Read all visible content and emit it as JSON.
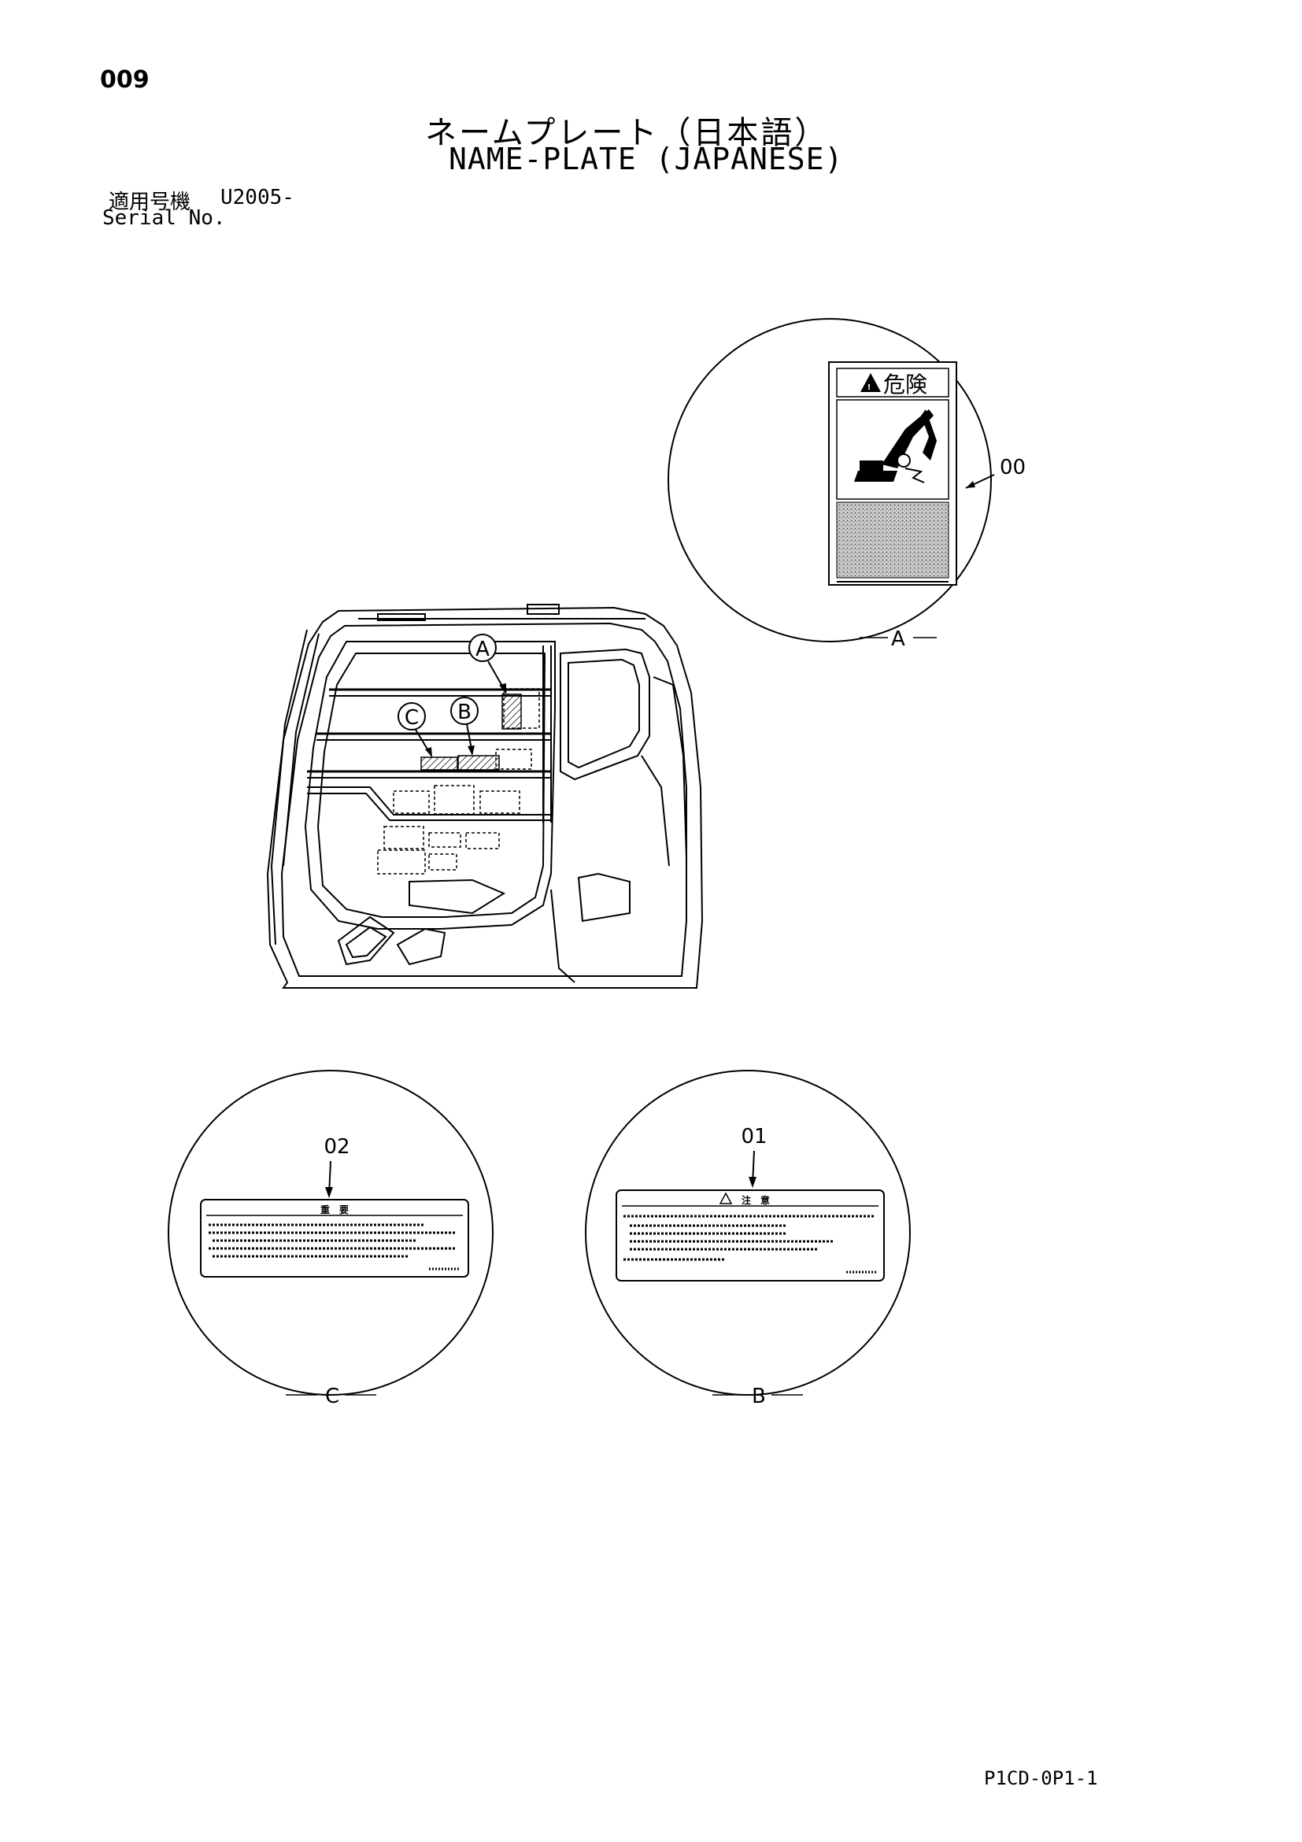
{
  "header": {
    "page_number": "009",
    "title_jp": "ネームプレート（日本語）",
    "title_en": "NAME-PLATE (JAPANESE)",
    "serial_label_jp": "適用号機",
    "serial_value": "U2005-",
    "serial_label_en": "Serial No."
  },
  "detail_a": {
    "part_no": "00",
    "view_label": "A",
    "plate_heading": "危険"
  },
  "detail_b": {
    "part_no": "01",
    "view_label": "B",
    "plate_heading": "注　意"
  },
  "detail_c": {
    "part_no": "02",
    "view_label": "C",
    "plate_heading": "重　要"
  },
  "callouts": {
    "a": "A",
    "b": "B",
    "c": "C"
  },
  "footer": {
    "doc_code": "P1CD-0P1-1"
  }
}
